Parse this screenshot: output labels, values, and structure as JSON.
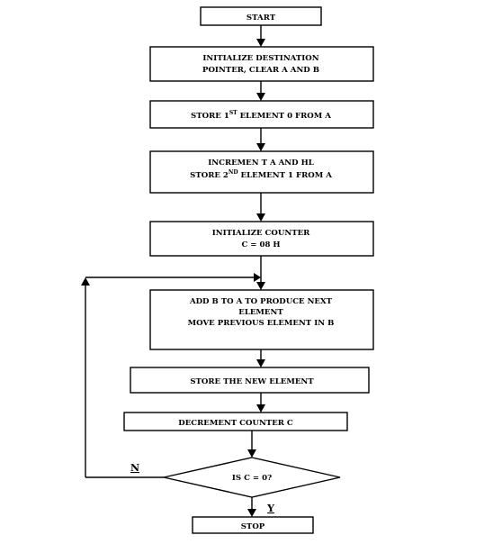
{
  "flowchart": {
    "start": "START",
    "init_pointer": {
      "line1": "INITIALIZE DESTINATION",
      "line2": "POINTER, CLEAR A AND B"
    },
    "store_first": {
      "pre": "STORE 1",
      "sup": "ST",
      "post": " ELEMENT 0 FROM A"
    },
    "increment": {
      "line1": "INCREMEN T A AND HL",
      "line2_pre": "STORE 2",
      "line2_sup": "ND",
      "line2_post": " ELEMENT 1 FROM A"
    },
    "init_counter": {
      "line1": "INITIALIZE COUNTER",
      "line2": "C = 08 H"
    },
    "add": {
      "line1": "ADD B TO A TO PRODUCE NEXT",
      "line2": "ELEMENT",
      "line3": "MOVE PREVIOUS ELEMENT IN B"
    },
    "store_new": "STORE THE NEW ELEMENT",
    "decrement": "DECREMENT COUNTER C",
    "decision": "IS C = 0?",
    "no_label": "N",
    "yes_label": "Y",
    "stop": "STOP"
  }
}
